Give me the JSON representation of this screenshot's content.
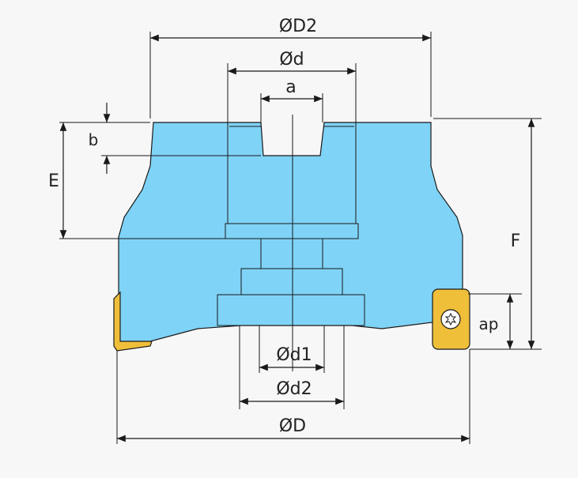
{
  "diagram": {
    "labels": {
      "D2": "ØD2",
      "d": "Ød",
      "a": "a",
      "b": "b",
      "E": "E",
      "F": "F",
      "ap": "ap",
      "d1": "Ød1",
      "d2": "Ød2",
      "D": "ØD"
    },
    "colors": {
      "body": "#7fd3f7",
      "insert": "#f0bf3a",
      "line": "#1a1a1a",
      "background": "#f7f7f7"
    }
  }
}
